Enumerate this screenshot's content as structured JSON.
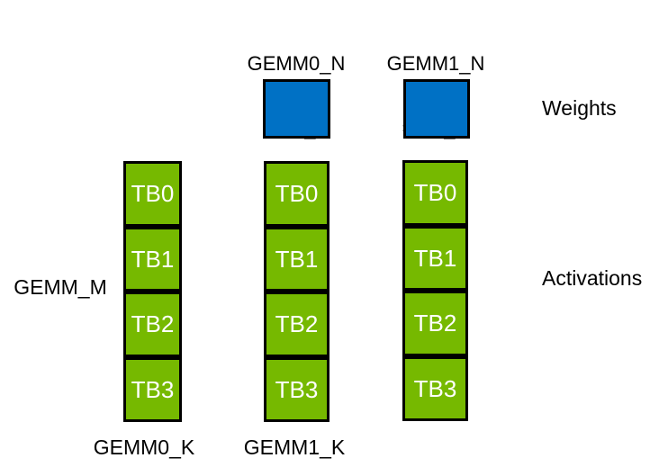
{
  "colors": {
    "weights_blue": "#0071c5",
    "activations_green": "#76b900",
    "outline_black": "#000000",
    "label_text": "#000000",
    "tb_text": "#ffffff",
    "background": "#ffffff"
  },
  "top_labels": [
    {
      "line1": "GEMM0_N",
      "line2": "= TB_N"
    },
    {
      "line1": "GEMM1_N",
      "line2": "= TB_N"
    }
  ],
  "side_labels": {
    "weights": "Weights",
    "activations": "Activations",
    "gemm_m": "GEMM_M"
  },
  "columns": [
    {
      "cells": [
        "TB0",
        "TB1",
        "TB2",
        "TB3"
      ],
      "k_label": "GEMM0_K"
    },
    {
      "cells": [
        "TB0",
        "TB1",
        "TB2",
        "TB3"
      ],
      "k_label": "GEMM1_K"
    },
    {
      "cells": [
        "TB0",
        "TB1",
        "TB2",
        "TB3"
      ]
    }
  ]
}
